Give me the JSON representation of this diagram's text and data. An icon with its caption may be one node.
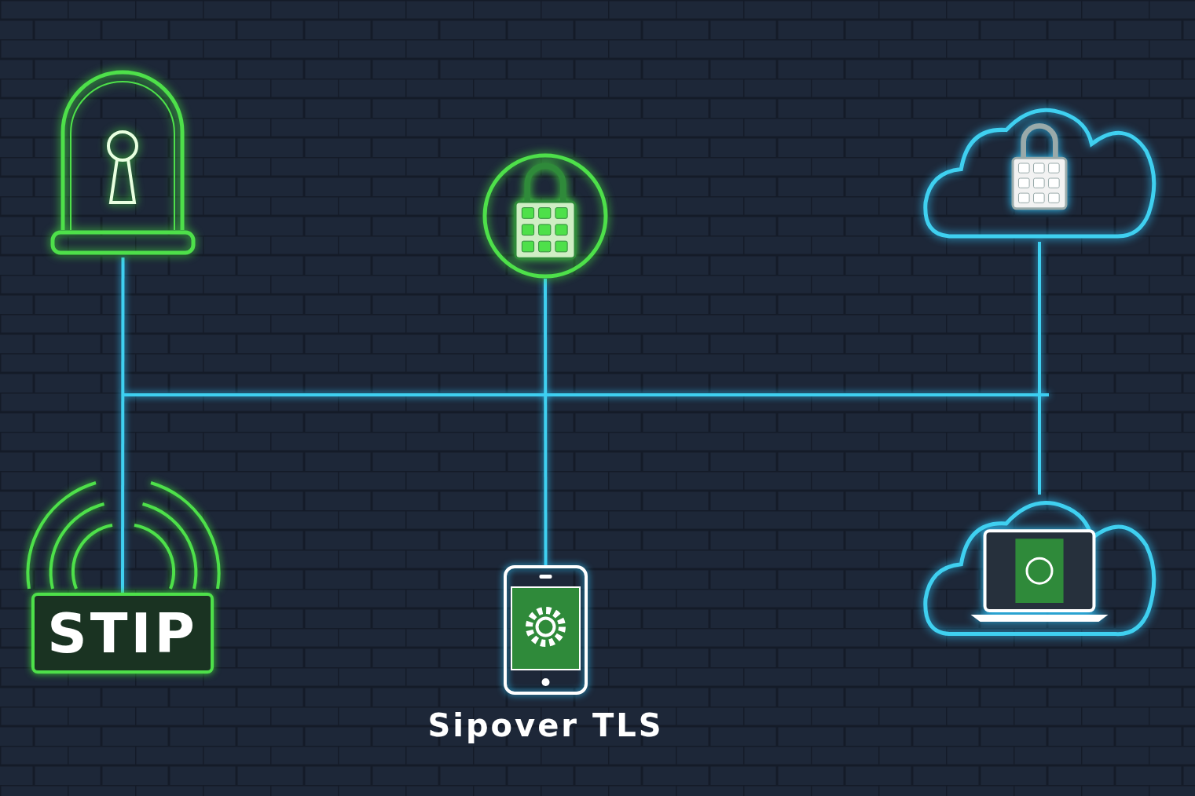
{
  "diagram": {
    "nodes": [
      {
        "text": [],
        "shape": "picture"
      },
      {
        "text": [],
        "shape": "circle"
      },
      {
        "text": [],
        "shape": "cloud"
      },
      {
        "text": [
          "STIP"
        ]
      },
      {
        "text": [],
        "shape": "picture",
        "beside": [
          "Sipover TLS"
        ]
      },
      {
        "text": [],
        "shape": "cloud"
      }
    ],
    "edges": [
      {
        "from": 0,
        "to": 3,
        "arrow": "none"
      },
      {
        "from": 1,
        "to": 4,
        "arrow": "none"
      },
      {
        "from": 2,
        "to": 5,
        "arrow": "none"
      }
    ]
  }
}
